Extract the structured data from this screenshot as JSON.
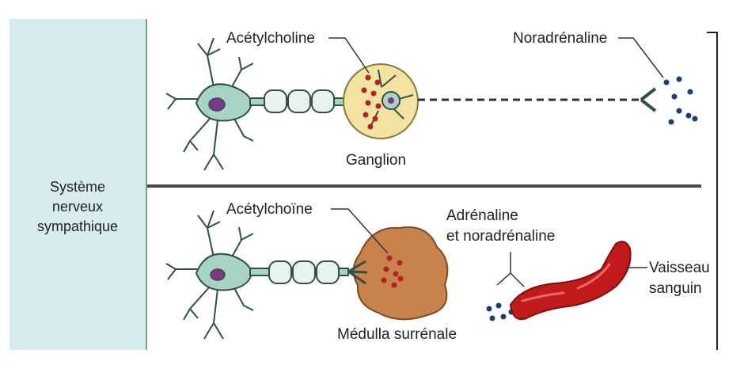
{
  "system_label": [
    "Système",
    "nerveux",
    "sympathique"
  ],
  "top": {
    "acetylcholine": "Acétylcholine",
    "ganglion": "Ganglion",
    "noradrenaline": "Noradrénaline"
  },
  "bottom": {
    "acetylcholine": "Acétylchoïne",
    "medulla": "Médulla surrénale",
    "adrenaline_line1": "Adrénaline",
    "adrenaline_line2": "et noradrénaline",
    "vessel_line1": "Vaisseau",
    "vessel_line2": "sanguin"
  },
  "colors": {
    "sidebar_bg": "#d6ecef",
    "neuron": "#a9d3c4",
    "neuron_stroke": "#2f4f48",
    "nucleus": "#7a3a86",
    "ganglion": "#f3e3a0",
    "medulla": "#c9834a",
    "vessel": "#c21a1a",
    "vesicle_red": "#b51f26",
    "vesicle_blue": "#1f3d75"
  }
}
